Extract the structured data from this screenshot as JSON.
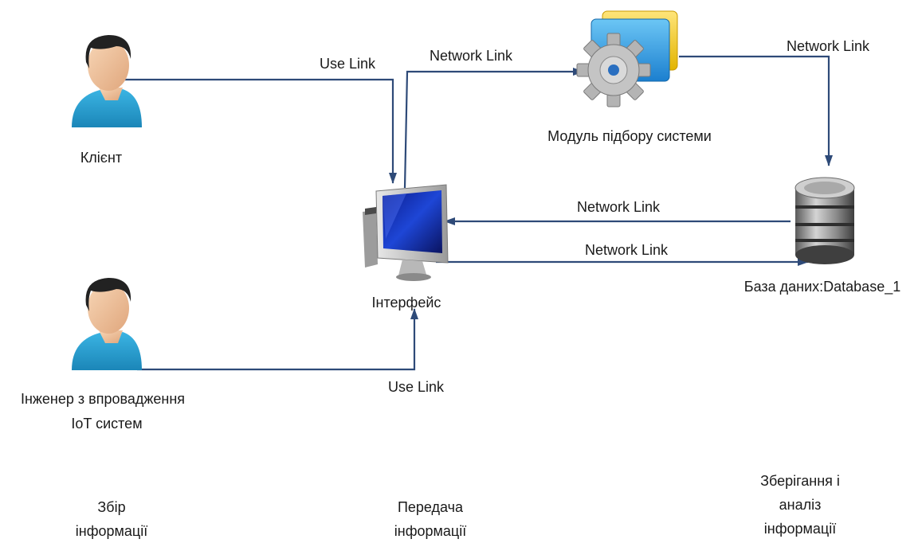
{
  "nodes": {
    "client": {
      "label": "Клієнт",
      "icon": "user-icon"
    },
    "engineer": {
      "label_line1": "Інженер з впровадження",
      "label_line2": "IoT систем",
      "icon": "user-icon"
    },
    "interface": {
      "label": "Інтерфейс",
      "icon": "computer-monitor-icon"
    },
    "module": {
      "label": "Модуль підбору системи",
      "icon": "gear-application-icon"
    },
    "database": {
      "label": "База даних:Database_1",
      "icon": "database-icon"
    }
  },
  "links": {
    "client_interface": "Use Link",
    "interface_module": "Network Link",
    "module_database": "Network Link",
    "database_interface": "Network Link",
    "interface_database": "Network Link",
    "engineer_interface": "Use Link"
  },
  "stages": {
    "collection": {
      "line1": "Збір",
      "line2": "інформації"
    },
    "transfer": {
      "line1": "Передача",
      "line2": "інформації"
    },
    "storage": {
      "line1": "Зберігання і",
      "line2": "аналіз",
      "line3": "інформації"
    }
  },
  "colors": {
    "link": "#2e4a78",
    "person_shirt": "#2aa3d4",
    "person_skin": "#f2c7a0",
    "person_hair": "#222222"
  }
}
